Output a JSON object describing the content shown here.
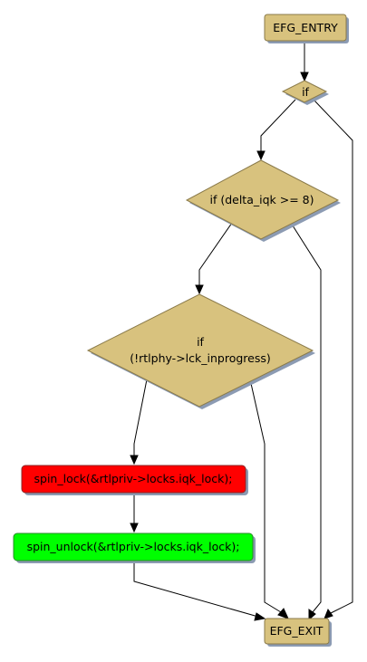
{
  "graph": {
    "nodes": {
      "entry": {
        "label": "EFG_ENTRY",
        "shape": "rounded-rect",
        "color": "#D8C27E"
      },
      "if1": {
        "label": "if",
        "shape": "diamond",
        "color": "#D8C27E"
      },
      "if2": {
        "label": "if (delta_iqk >= 8)",
        "shape": "diamond",
        "color": "#D8C27E"
      },
      "if3": {
        "line1": "if",
        "line2": "(!rtlphy->lck_inprogress)",
        "shape": "diamond",
        "color": "#D8C27E"
      },
      "lock": {
        "label": "spin_lock(&rtlpriv->locks.iqk_lock);",
        "shape": "rounded-rect",
        "color": "#FF0000"
      },
      "unlock": {
        "label": "spin_unlock(&rtlpriv->locks.iqk_lock);",
        "shape": "rounded-rect",
        "color": "#00FF00"
      },
      "exit": {
        "label": "EFG_EXIT",
        "shape": "rounded-rect",
        "color": "#D8C27E"
      }
    },
    "edges": [
      {
        "from": "EFG_ENTRY",
        "to": "if"
      },
      {
        "from": "if",
        "to": "if (delta_iqk >= 8)"
      },
      {
        "from": "if",
        "to": "EFG_EXIT"
      },
      {
        "from": "if (delta_iqk >= 8)",
        "to": "if (!rtlphy->lck_inprogress)"
      },
      {
        "from": "if (delta_iqk >= 8)",
        "to": "EFG_EXIT"
      },
      {
        "from": "if (!rtlphy->lck_inprogress)",
        "to": "spin_lock"
      },
      {
        "from": "if (!rtlphy->lck_inprogress)",
        "to": "EFG_EXIT"
      },
      {
        "from": "spin_lock",
        "to": "spin_unlock"
      },
      {
        "from": "spin_unlock",
        "to": "EFG_EXIT"
      }
    ],
    "shadow_color": "#8C9BB3",
    "node_border_color": "#8A7A4A"
  }
}
